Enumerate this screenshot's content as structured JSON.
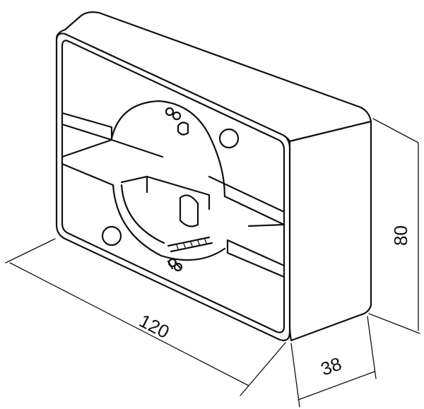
{
  "dimensions": {
    "width": "120",
    "height": "80",
    "depth": "38"
  },
  "colors": {
    "line": "#111111",
    "background": "#ffffff"
  }
}
